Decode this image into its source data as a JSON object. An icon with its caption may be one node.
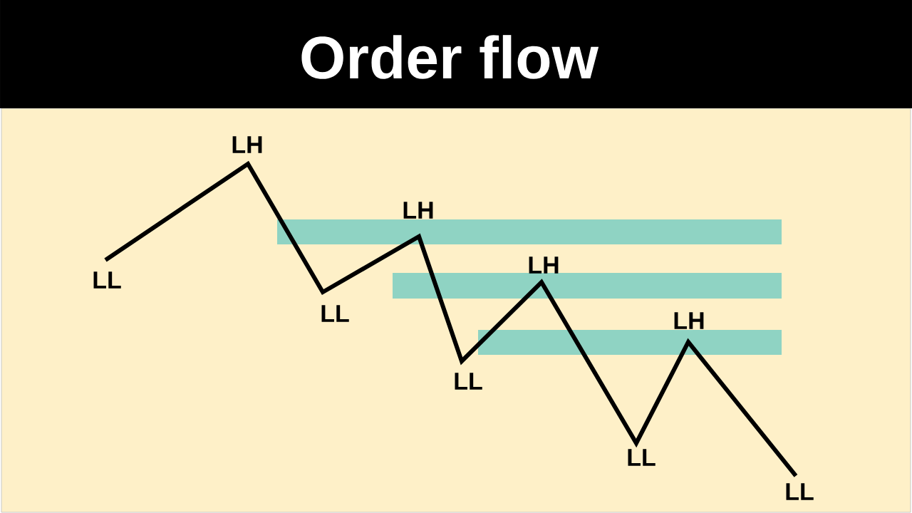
{
  "diagram": {
    "title": "Order flow",
    "labels": [
      "LL",
      "LH",
      "LL",
      "LH",
      "LL",
      "LH",
      "LL",
      "LH",
      "LL"
    ]
  }
}
